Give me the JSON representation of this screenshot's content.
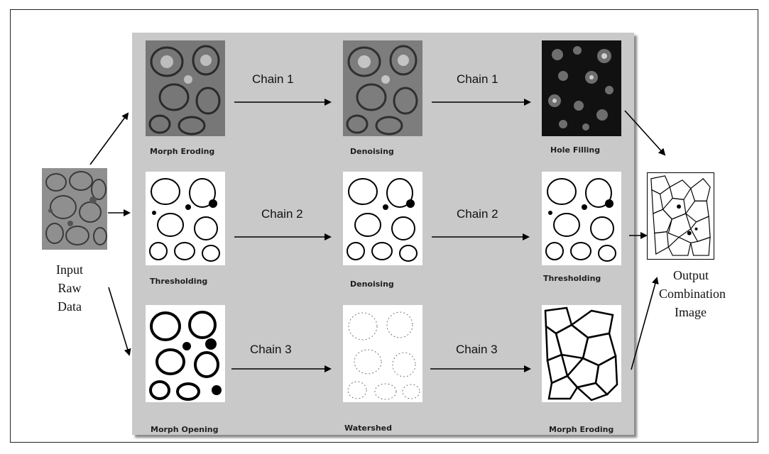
{
  "colors": {
    "panel": "#c9c9c9",
    "arrow": "#000000",
    "frame_border": "#222222"
  },
  "input": {
    "lines": [
      "Input",
      "Raw",
      "Data"
    ]
  },
  "output": {
    "lines": [
      "Output",
      "Combination",
      "Image"
    ]
  },
  "chains": [
    {
      "label_a": "Chain 1",
      "label_b": "Chain 1",
      "steps": [
        "Morph Eroding",
        "Denoising",
        "Hole Filling"
      ]
    },
    {
      "label_a": "Chain 2",
      "label_b": "Chain 2",
      "steps": [
        "Thresholding",
        "Denoising",
        "Thresholding"
      ]
    },
    {
      "label_a": "Chain 3",
      "label_b": "Chain 3",
      "steps": [
        "Morph Opening",
        "Watershed",
        "Morph Eroding"
      ]
    }
  ]
}
